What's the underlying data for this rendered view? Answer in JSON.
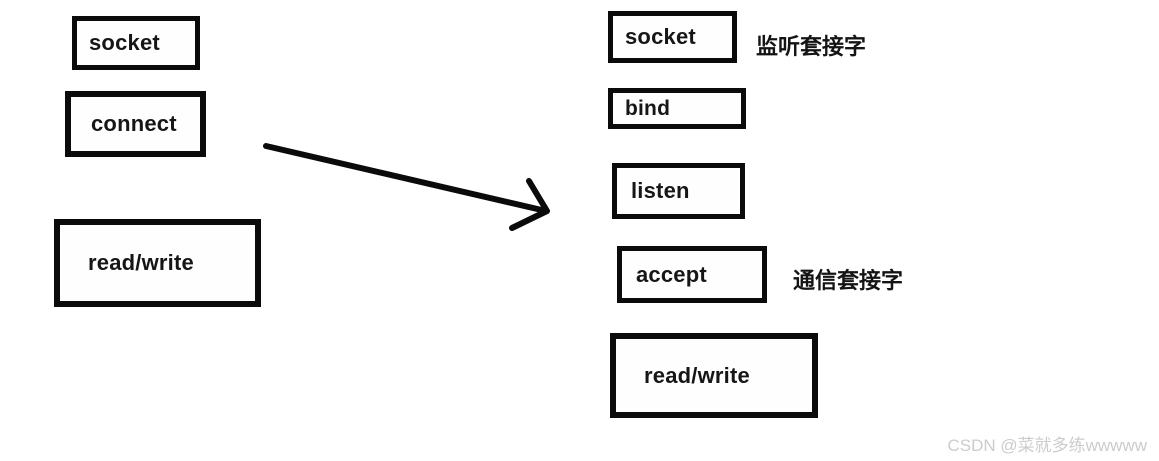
{
  "diagram": {
    "title_hidden": "",
    "client": {
      "socket_label": "socket",
      "connect_label": "connect",
      "readwrite_label": "read/write"
    },
    "server": {
      "socket_label": "socket",
      "bind_label": "bind",
      "listen_label": "listen",
      "accept_label": "accept",
      "readwrite_label": "read/write"
    },
    "annotations": {
      "listening_socket": "监听套接字",
      "communication_socket": "通信套接字"
    },
    "arrow": {
      "from": "connect",
      "to": "listen"
    }
  },
  "colors": {
    "box_border": "#0b0b0b",
    "text": "#161616",
    "arrow": "#0b0b0b",
    "watermark": "#cccccc",
    "background": "#ffffff"
  },
  "watermark": {
    "text": "CSDN @菜就多练wwwww"
  }
}
